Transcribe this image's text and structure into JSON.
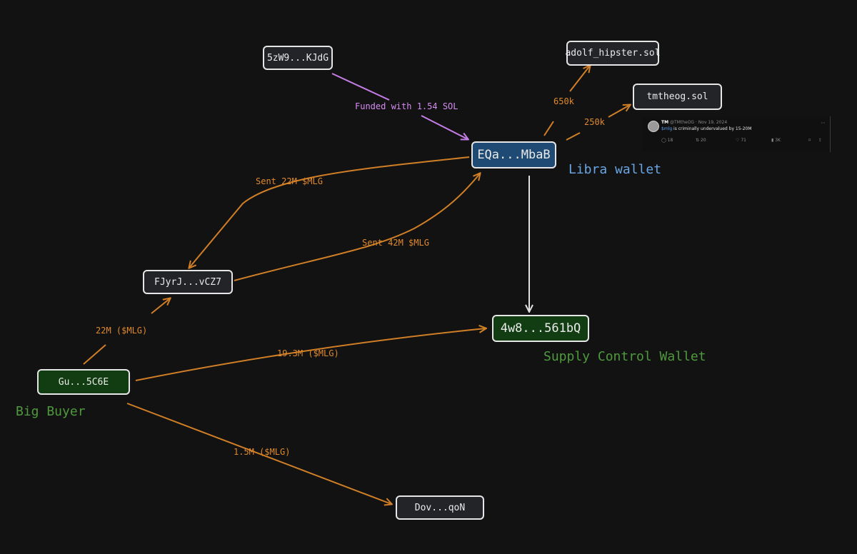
{
  "nodes": {
    "n5zw9": "5zW9...KJdG",
    "adolf": "adolf_hipster.sol",
    "tmtheog": "tmtheog.sol",
    "eqa": "EQa...MbaB",
    "fjyr": "FJyrJ...vCZ7",
    "w4w8": "4w8...561bQ",
    "gu": "Gu...5C6E",
    "dov": "Dov...qoN"
  },
  "edge_labels": {
    "funded": "Funded with 1.54 SOL",
    "k650": "650k",
    "k250": "250k",
    "sent22": "Sent 22M $MLG",
    "sent42": "Sent 42M $MLG",
    "m22": "22M ($MLG)",
    "m193": "19.3M ($MLG)",
    "m15": "1.5M ($MLG)"
  },
  "notes": {
    "libra": "Libra wallet",
    "supply": "Supply Control Wallet",
    "big_buyer": "Big Buyer"
  },
  "tweet": {
    "name": "TM",
    "handle": "@TMtheOG",
    "date": "· Nov 19, 2024",
    "ticker": "$mlg",
    "text": " is criminally undervalued by 15-20M",
    "replies": "18",
    "reposts": "20",
    "likes": "71",
    "views": "3K"
  },
  "colors": {
    "background": "#121212",
    "edge_orange": "#d07f26",
    "edge_purple": "#c57ee8",
    "edge_white": "#e0e0e0",
    "node_blue": "#1f4a73",
    "node_green": "#123d12",
    "note_green": "#4e9a3d",
    "note_blue": "#6aa6e6"
  }
}
